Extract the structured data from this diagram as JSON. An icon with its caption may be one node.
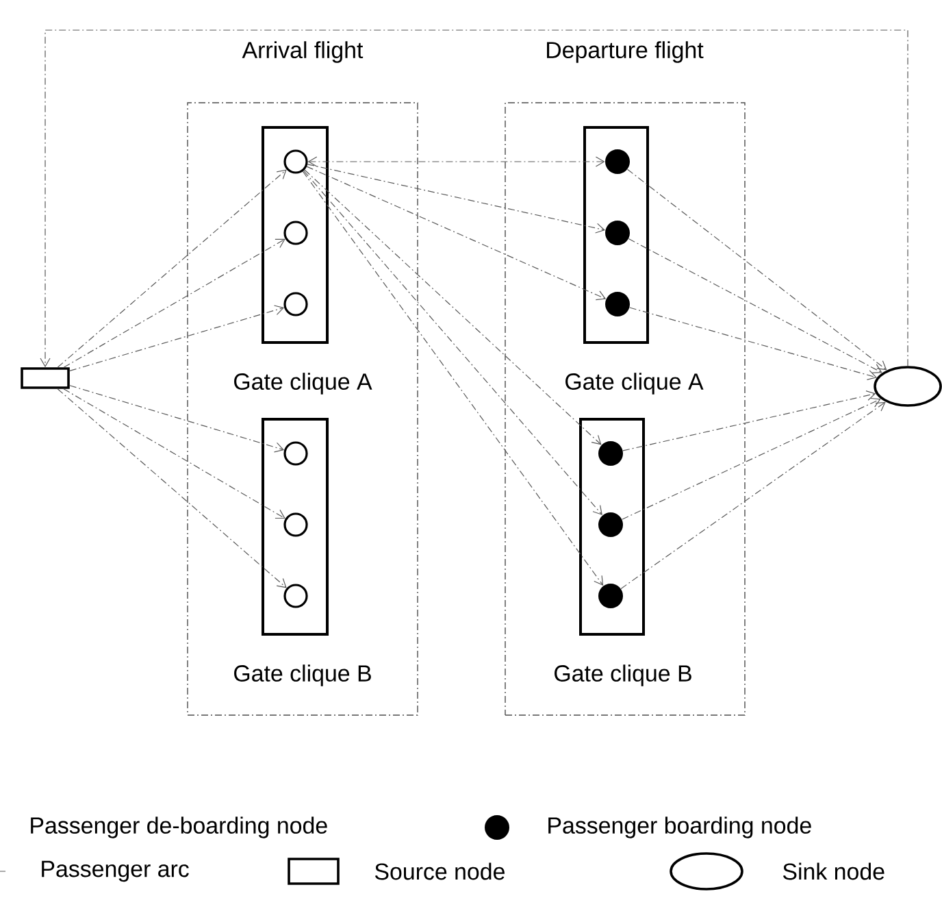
{
  "diagram": {
    "nodes": [
      {
        "text": [
          "Arrival flight"
        ]
      },
      {
        "text": [
          "Gate clique A"
        ],
        "in": 0
      },
      {
        "text": [],
        "shape": "circle",
        "in": 1
      },
      {
        "text": [],
        "shape": "circle",
        "in": 1
      },
      {
        "text": [],
        "shape": "circle",
        "in": 1
      },
      {
        "text": [
          "Gate clique B"
        ],
        "in": 0
      },
      {
        "text": [],
        "shape": "circle",
        "in": 5
      },
      {
        "text": [],
        "shape": "circle",
        "in": 5
      },
      {
        "text": [],
        "shape": "circle",
        "in": 5
      },
      {
        "text": [
          "Departure flight"
        ]
      },
      {
        "text": [
          "Gate clique A"
        ],
        "in": 9
      },
      {
        "text": [],
        "shape": "dot",
        "in": 10
      },
      {
        "text": [],
        "shape": "dot",
        "in": 10
      },
      {
        "text": [],
        "shape": "dot",
        "in": 10
      },
      {
        "text": [
          "Gate clique B"
        ],
        "in": 9
      },
      {
        "text": [],
        "shape": "dot",
        "in": 14
      },
      {
        "text": [],
        "shape": "dot",
        "in": 14
      },
      {
        "text": [],
        "shape": "dot",
        "in": 14
      },
      {
        "text": [],
        "shape": "box"
      },
      {
        "text": [],
        "shape": "ellipse"
      }
    ],
    "edges": [
      {
        "from": 18,
        "to": 2,
        "arrow": "to"
      },
      {
        "from": 18,
        "to": 3,
        "arrow": "to"
      },
      {
        "from": 18,
        "to": 4,
        "arrow": "to"
      },
      {
        "from": 18,
        "to": 6,
        "arrow": "to"
      },
      {
        "from": 18,
        "to": 7,
        "arrow": "to"
      },
      {
        "from": 18,
        "to": 8,
        "arrow": "to"
      },
      {
        "from": 2,
        "to": 11,
        "arrow": "both"
      },
      {
        "from": 2,
        "to": 12,
        "arrow": "to"
      },
      {
        "from": 2,
        "to": 13,
        "arrow": "to"
      },
      {
        "from": 2,
        "to": 15,
        "arrow": "to"
      },
      {
        "from": 2,
        "to": 16,
        "arrow": "to"
      },
      {
        "from": 2,
        "to": 17,
        "arrow": "to"
      },
      {
        "from": 11,
        "to": 19,
        "arrow": "to"
      },
      {
        "from": 12,
        "to": 19,
        "arrow": "to"
      },
      {
        "from": 13,
        "to": 19,
        "arrow": "to"
      },
      {
        "from": 15,
        "to": 19,
        "arrow": "to"
      },
      {
        "from": 16,
        "to": 19,
        "arrow": "to"
      },
      {
        "from": 17,
        "to": 19,
        "arrow": "to"
      },
      {
        "from": 19,
        "to": 18,
        "arrow": "to"
      }
    ],
    "legend": [
      {
        "text": "Passenger de-boarding node"
      },
      {
        "text": "Passenger boarding node"
      },
      {
        "text": "Passenger arc"
      },
      {
        "text": "Source node"
      },
      {
        "text": "Sink node"
      }
    ]
  }
}
